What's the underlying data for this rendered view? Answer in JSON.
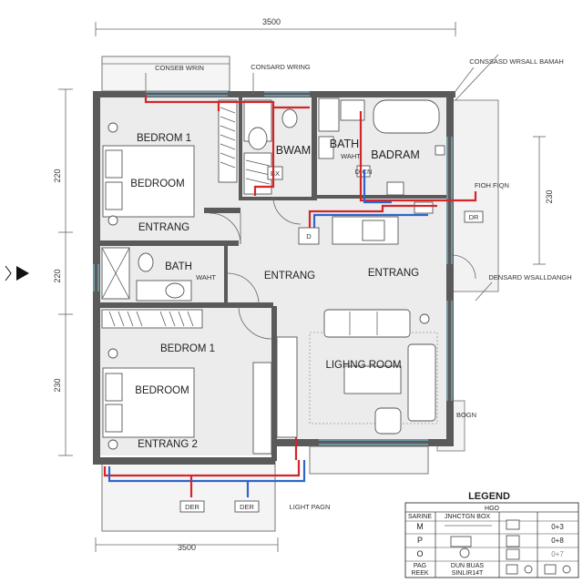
{
  "dimensions": {
    "top": "3500",
    "bottom": "3500",
    "left_upper": "220",
    "left_middle": "220",
    "left_lower": "230",
    "right": "230"
  },
  "rooms": {
    "bedroom1_top_title": "BEDROM 1",
    "bedroom1_top_name": "BEDROOM",
    "bedroom1_top_sub": "ENTRANG",
    "bwam": "BWAM",
    "bath_upper": "BATH",
    "waht_upper": "WAHT",
    "badram": "BADRAM",
    "bath_mid": "BATH",
    "waht_mid": "WAHT",
    "entrang_center": "ENTRANG",
    "entrang_right": "ENTRANG",
    "bedroom2_title": "BEDROM 1",
    "bedroom2_name": "BEDROOM",
    "bedroom2_sub": "ENTRANG 2",
    "living": "LIGHNG ROOM"
  },
  "callouts": {
    "conseb_wrin": "CONSEB WRIN",
    "consard_wring": "CONSARD WRING",
    "top_right": "CONSSASD WRSALL BAMAH",
    "fioh_fiqn": "FIOH FIQN",
    "dr": "DR",
    "densard": "DENSARD WSALLDANGH",
    "bogn": "BOGN",
    "bx": "BX",
    "dcn": "D-CN",
    "d_plate": "D",
    "der1": "DER",
    "der2": "DER",
    "light_pagn": "LIGHT PAGN"
  },
  "legend": {
    "title": "LEGEND",
    "subtitle": "HGO",
    "header_left": "SARINE",
    "header_mid": "JNHCTGN BOX",
    "rows": [
      {
        "key": "M",
        "value": "0+3"
      },
      {
        "key": "P",
        "value": "0+8"
      },
      {
        "key": "O",
        "value": "0+7"
      }
    ],
    "footer_left1": "PAG",
    "footer_left2": "REEK",
    "footer_mid1": "DUN BUAS",
    "footer_mid2": "SINLIR14T"
  },
  "colors": {
    "wall": "#5a5a5a",
    "floor": "#ececec",
    "wire_live": "#d4252b",
    "wire_neutral": "#2f66c8",
    "glazing": "#7fb8c9"
  }
}
